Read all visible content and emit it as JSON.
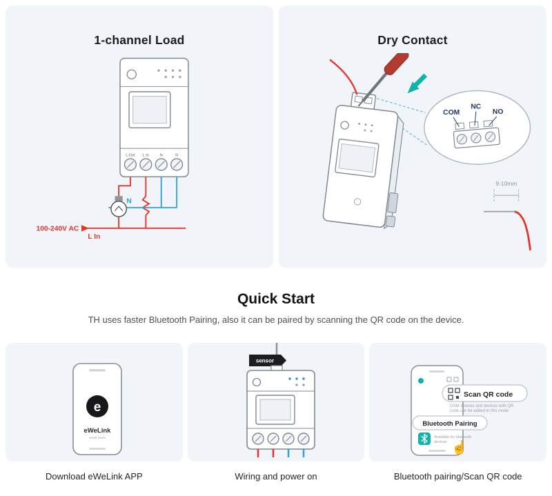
{
  "panels": {
    "load": {
      "title": "1-channel Load",
      "terminal_labels": [
        "L Out",
        "L In",
        "N",
        "N"
      ],
      "wire_labels": {
        "neutral": "N",
        "ac": "100-240V AC",
        "line_in": "L In"
      }
    },
    "dry": {
      "title": "Dry Contact",
      "terminal_labels": {
        "com": "COM",
        "nc": "NC",
        "no": "NO"
      },
      "strip_length": "9-10mm"
    }
  },
  "quick_start": {
    "title": "Quick Start",
    "subtitle": "TH uses faster Bluetooth Pairing, also it can be paired by scanning the QR code on the device."
  },
  "steps": [
    {
      "caption": "Download eWeLink APP",
      "phone": {
        "brand": "eWeLink",
        "tagline": "smart home",
        "logo_letter": "e"
      }
    },
    {
      "caption": "Wiring and power on",
      "sensor_tag": "sensor"
    },
    {
      "caption": "Bluetooth pairing/Scan QR code",
      "scan": {
        "label": "Scan QR code",
        "desc_line1": "GSM devices and devices with QR",
        "desc_line2": "code can be added in this mode"
      },
      "bluetooth": {
        "label": "Bluetooth Pairing",
        "desc_line1": "Available for bluetooth",
        "desc_line2": "devices"
      }
    }
  ],
  "icons": {
    "hand_cursor": "☝"
  },
  "colors": {
    "accent_teal": "#10b3a9",
    "wire_red": "#e8332a",
    "wire_blue": "#2ba1dd",
    "label_navy": "#16355c",
    "card_bg": "#f1f4f8"
  }
}
